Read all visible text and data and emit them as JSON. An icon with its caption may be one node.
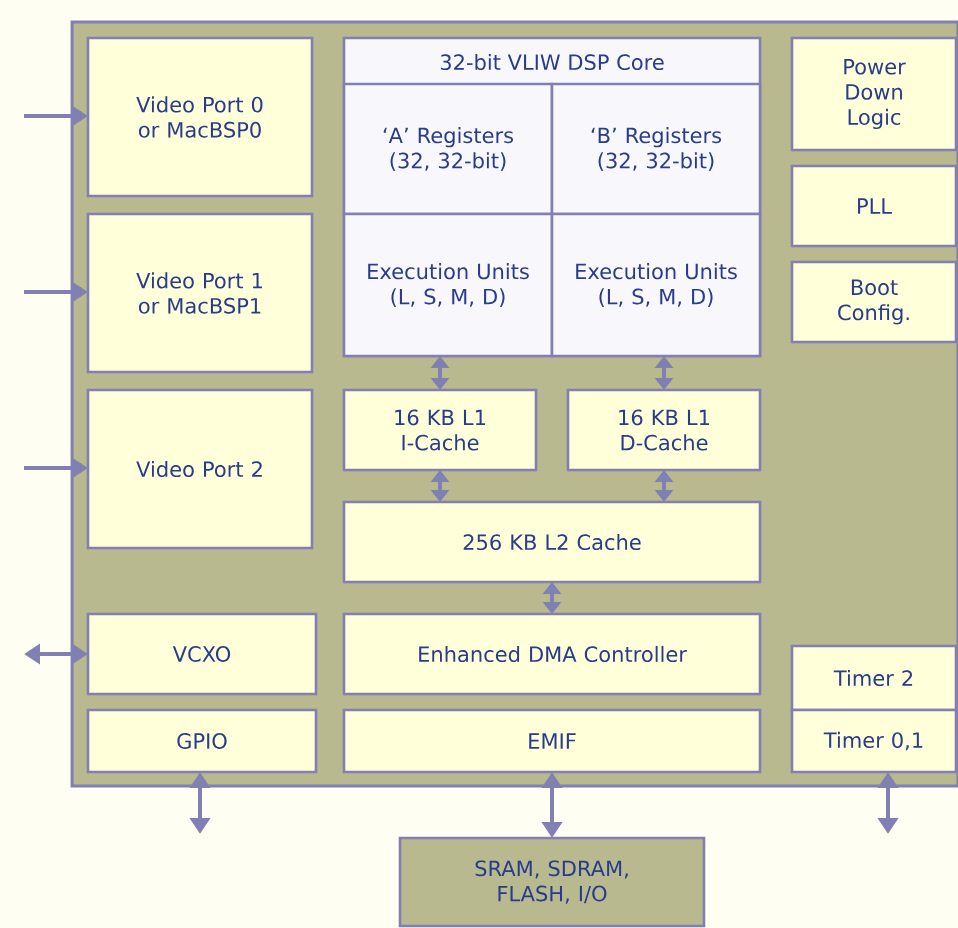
{
  "diagram": {
    "nodes": [
      {
        "text": [],
        "shape": "box"
      },
      {
        "text": [
          "Video Port 0 or MacBSP0"
        ],
        "in": 0
      },
      {
        "text": [
          "32-bit VLIW DSP Core"
        ],
        "in": 0
      },
      {
        "text": [
          "‘A’ Registers (32, 32-bit)"
        ],
        "in": 2
      },
      {
        "text": [
          "‘B’ Registers (32, 32-bit)"
        ],
        "in": 2
      },
      {
        "text": [
          "Power Down Logic"
        ],
        "in": 0
      },
      {
        "text": [
          "Video Port 1 or MacBSP1"
        ],
        "in": 0
      },
      {
        "text": [
          "Execution Units (L, S, M, D)"
        ],
        "in": 2
      },
      {
        "text": [
          "Execution Units (L, S, M, D)"
        ],
        "in": 2
      },
      {
        "text": [
          "PLL"
        ],
        "in": 0
      },
      {
        "text": [
          "Boot Config."
        ],
        "in": 0
      },
      {
        "text": [
          "Video Port 2"
        ],
        "in": 0
      },
      {
        "text": [
          "16 KB L1 I-Cache"
        ],
        "in": 0
      },
      {
        "text": [
          "16 KB L1 D-Cache"
        ],
        "in": 0
      },
      {
        "text": [
          "256 KB L2 Cache"
        ],
        "in": 0
      },
      {
        "text": [
          "VCXO"
        ],
        "in": 0
      },
      {
        "text": [
          "Enhanced DMA Controller"
        ],
        "in": 0
      },
      {
        "text": [
          "Timer 2"
        ],
        "in": 0
      },
      {
        "text": [
          "GPIO"
        ],
        "in": 0
      },
      {
        "text": [
          "EMIF"
        ],
        "in": 0
      },
      {
        "text": [
          "Timer 0,1"
        ],
        "in": 0
      },
      {
        "text": [
          "SRAM, SDRAM, FLASH, I/O"
        ]
      }
    ],
    "edges": [
      {
        "from": null,
        "to": 1,
        "arrow": "to"
      },
      {
        "from": null,
        "to": 6,
        "arrow": "to"
      },
      {
        "from": null,
        "to": 11,
        "arrow": "to"
      },
      {
        "from": 15,
        "to": null,
        "arrow": "both"
      },
      {
        "from": 18,
        "to": null,
        "arrow": "both"
      },
      {
        "from": 19,
        "to": 21,
        "arrow": "both"
      },
      {
        "from": 20,
        "to": null,
        "arrow": "both"
      },
      {
        "from": 7,
        "to": 12,
        "arrow": "both"
      },
      {
        "from": 8,
        "to": 13,
        "arrow": "both"
      },
      {
        "from": 12,
        "to": 14,
        "arrow": "both"
      },
      {
        "from": 13,
        "to": 14,
        "arrow": "both"
      },
      {
        "from": 14,
        "to": 16,
        "arrow": "both"
      }
    ]
  }
}
